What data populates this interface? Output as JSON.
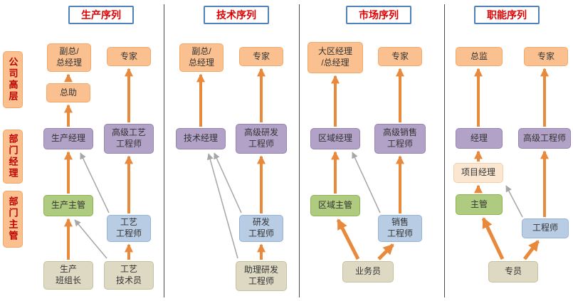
{
  "palette": {
    "orange_box": "#FAC090",
    "purple_box": "#B2A2C7",
    "green_box": "#AFCB80",
    "blue_box": "#B8CCE4",
    "tan_box": "#DDD9C3",
    "cream_box": "#FBE7D1",
    "header_border": "#4F81BD",
    "header_text": "#E00000",
    "arrow_primary": "#E8893C",
    "arrow_cross": "#A6A6A6"
  },
  "row_labels": [
    {
      "label": "公司高层"
    },
    {
      "label": "部门经理"
    },
    {
      "label": "部门主管"
    }
  ],
  "columns": [
    {
      "header": "生产序列",
      "nodes": [
        {
          "label": "副总/\n总经理"
        },
        {
          "label": "专家"
        },
        {
          "label": "总助"
        },
        {
          "label": "生产经理"
        },
        {
          "label": "高级工艺\n工程师"
        },
        {
          "label": "生产主管"
        },
        {
          "label": "工艺\n工程师"
        },
        {
          "label": "生产\n班组长"
        },
        {
          "label": "工艺\n技术员"
        }
      ],
      "edges": [
        {
          "from": "生产班组长",
          "to": "生产主管",
          "style": "primary"
        },
        {
          "from": "生产主管",
          "to": "生产经理",
          "style": "primary"
        },
        {
          "from": "生产经理",
          "to": "总助",
          "style": "primary"
        },
        {
          "from": "总助",
          "to": "副总/总经理",
          "style": "primary"
        },
        {
          "from": "工艺技术员",
          "to": "工艺工程师",
          "style": "primary"
        },
        {
          "from": "工艺工程师",
          "to": "高级工艺工程师",
          "style": "primary"
        },
        {
          "from": "高级工艺工程师",
          "to": "专家",
          "style": "primary"
        },
        {
          "from": "工艺技术员",
          "to": "生产主管",
          "style": "cross"
        },
        {
          "from": "工艺工程师",
          "to": "生产经理",
          "style": "cross"
        }
      ]
    },
    {
      "header": "技术序列",
      "nodes": [
        {
          "label": "副总/\n总经理"
        },
        {
          "label": "专家"
        },
        {
          "label": "技术经理"
        },
        {
          "label": "高级研发\n工程师"
        },
        {
          "label": "研发\n工程师"
        },
        {
          "label": "助理研发\n工程师"
        }
      ],
      "edges": [
        {
          "from": "技术经理",
          "to": "副总/总经理",
          "style": "primary"
        },
        {
          "from": "助理研发工程师",
          "to": "研发工程师",
          "style": "primary"
        },
        {
          "from": "研发工程师",
          "to": "高级研发工程师",
          "style": "primary"
        },
        {
          "from": "高级研发工程师",
          "to": "专家",
          "style": "primary"
        },
        {
          "from": "研发工程师",
          "to": "技术经理",
          "style": "cross"
        },
        {
          "from": "助理研发工程师",
          "to": "技术经理",
          "style": "cross"
        }
      ]
    },
    {
      "header": "市场序列",
      "nodes": [
        {
          "label": "大区经理\n/总经理"
        },
        {
          "label": "专家"
        },
        {
          "label": "区域经理"
        },
        {
          "label": "高级销售\n工程师"
        },
        {
          "label": "区域主管"
        },
        {
          "label": "销售\n工程师"
        },
        {
          "label": "业务员"
        }
      ],
      "edges": [
        {
          "from": "业务员",
          "to": "区域主管",
          "style": "primary"
        },
        {
          "from": "业务员",
          "to": "销售工程师",
          "style": "primary"
        },
        {
          "from": "区域主管",
          "to": "区域经理",
          "style": "primary"
        },
        {
          "from": "区域经理",
          "to": "大区经理/总经理",
          "style": "primary"
        },
        {
          "from": "销售工程师",
          "to": "高级销售工程师",
          "style": "primary"
        },
        {
          "from": "高级销售工程师",
          "to": "专家",
          "style": "primary"
        },
        {
          "from": "销售工程师",
          "to": "区域经理",
          "style": "cross"
        }
      ]
    },
    {
      "header": "职能序列",
      "nodes": [
        {
          "label": "总监"
        },
        {
          "label": "专家"
        },
        {
          "label": "经理"
        },
        {
          "label": "高级工程师"
        },
        {
          "label": "项目经理"
        },
        {
          "label": "主管"
        },
        {
          "label": "工程师"
        },
        {
          "label": "专员"
        }
      ],
      "edges": [
        {
          "from": "专员",
          "to": "主管",
          "style": "primary"
        },
        {
          "from": "专员",
          "to": "工程师",
          "style": "primary"
        },
        {
          "from": "主管",
          "to": "项目经理",
          "style": "primary"
        },
        {
          "from": "项目经理",
          "to": "经理",
          "style": "primary"
        },
        {
          "from": "经理",
          "to": "总监",
          "style": "primary"
        },
        {
          "from": "工程师",
          "to": "高级工程师",
          "style": "primary"
        },
        {
          "from": "高级工程师",
          "to": "专家",
          "style": "primary"
        },
        {
          "from": "工程师",
          "to": "项目经理",
          "style": "cross"
        }
      ]
    }
  ]
}
